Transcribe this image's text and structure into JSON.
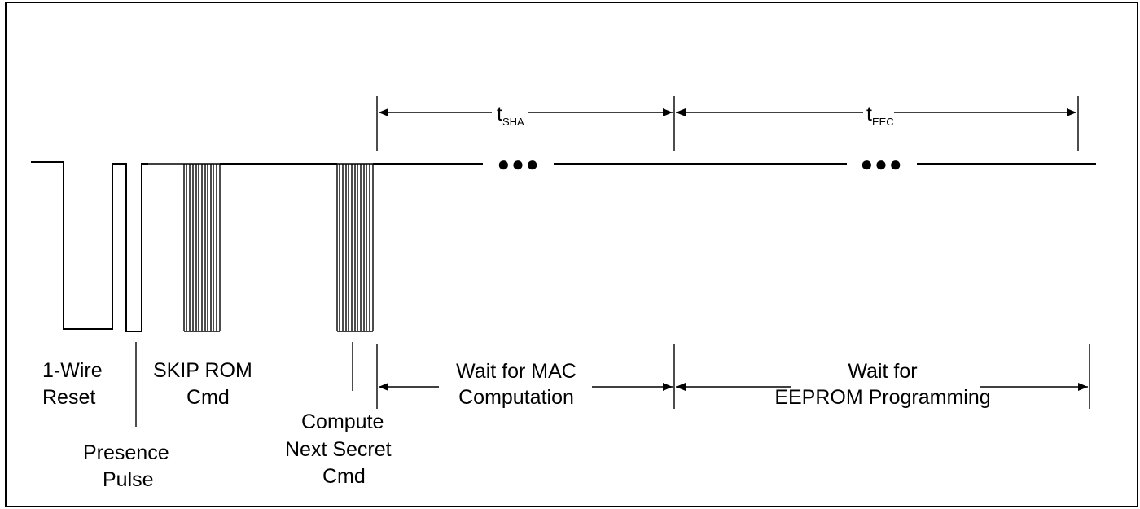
{
  "labels": {
    "reset_line1": "1-Wire",
    "reset_line2": "Reset",
    "presence_line1": "Presence",
    "presence_line2": "Pulse",
    "skiprom_line1": "SKIP ROM",
    "skiprom_line2": "Cmd",
    "compute_line1": "Compute",
    "compute_line2": "Next Secret",
    "compute_line3": "Cmd",
    "mac_line1": "Wait for MAC",
    "mac_line2": "Computation",
    "eeprom_line1": "Wait for",
    "eeprom_line2": "EEPROM Programming"
  },
  "timing": {
    "tsha_main": "t",
    "tsha_sub": "SHA",
    "teec_main": "t",
    "teec_sub": "EEC"
  },
  "ellipsis_glyph": "●●●",
  "colors": {
    "line": "#000000",
    "background": "#ffffff",
    "border": "#000000"
  }
}
